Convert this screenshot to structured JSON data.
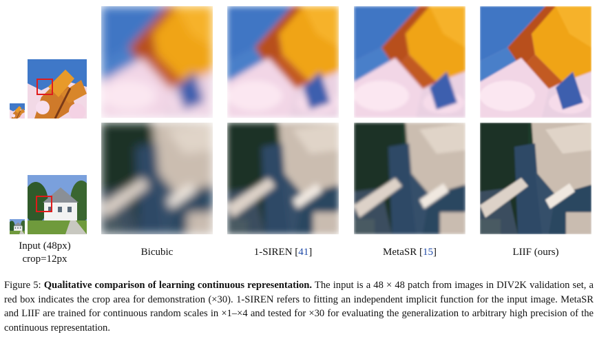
{
  "figure": {
    "methods": [
      {
        "name": "Bicubic",
        "ref": ""
      },
      {
        "name": "1-SIREN",
        "ref": "41"
      },
      {
        "name": "MetaSR",
        "ref": "15"
      },
      {
        "name": "LIIF (ours)",
        "ref": ""
      }
    ],
    "input_label": {
      "line1": "Input (48px)",
      "line2": "crop=12px"
    }
  },
  "caption": {
    "prefix": "Figure 5:",
    "title": "Qualitative comparison of learning continuous representation.",
    "body": "The input is a 48 × 48 patch from images in DIV2K validation set, a red box indicates the crop area for demonstration (×30). 1-SIREN refers to fitting an independent implicit function for the input image. MetaSR and LIIF are trained for continuous random scales in ×1–×4 and tested for ×30 for evaluating the generalization to arbitrary high precision of the continuous representation."
  }
}
